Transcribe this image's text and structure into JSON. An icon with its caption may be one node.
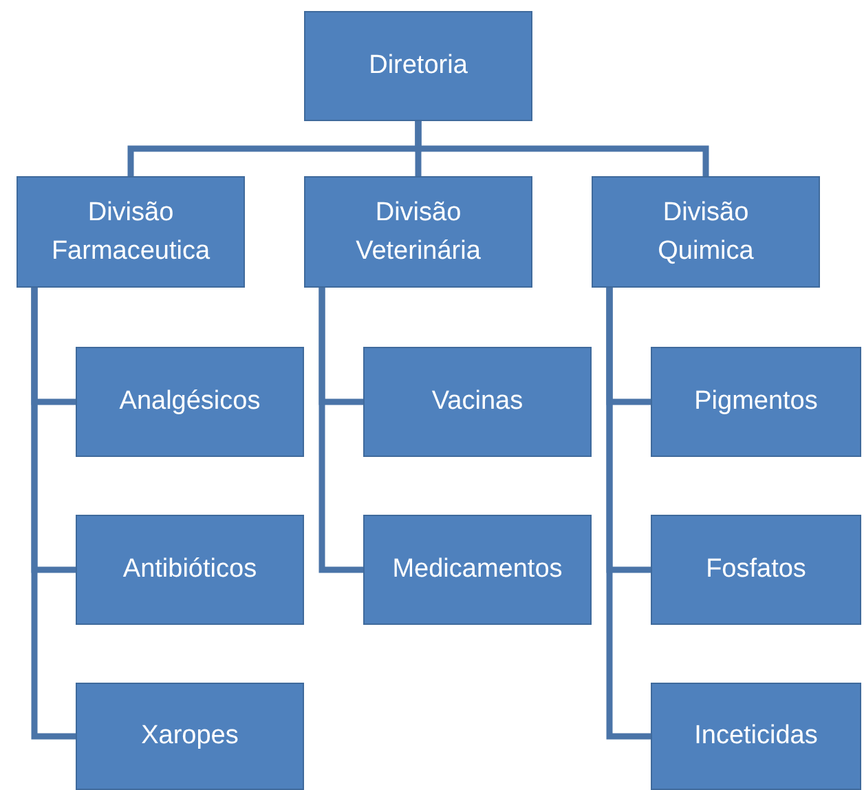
{
  "diagram": {
    "nodes": [
      {
        "text": [
          "Diretoria"
        ]
      },
      {
        "text": [
          "Divisão Farmaceutica"
        ]
      },
      {
        "text": [
          "Divisão Veterinária"
        ]
      },
      {
        "text": [
          "Divisão Quimica"
        ]
      },
      {
        "text": [
          "Analgésicos"
        ]
      },
      {
        "text": [
          "Antibióticos"
        ]
      },
      {
        "text": [
          "Xaropes"
        ]
      },
      {
        "text": [
          "Vacinas"
        ]
      },
      {
        "text": [
          "Medicamentos"
        ]
      },
      {
        "text": [
          "Pigmentos"
        ]
      },
      {
        "text": [
          "Fosfatos"
        ]
      },
      {
        "text": [
          "Inceticidas"
        ]
      }
    ],
    "edges": [
      {
        "from": 0,
        "to": 1,
        "arrow": "none"
      },
      {
        "from": 0,
        "to": 2,
        "arrow": "none"
      },
      {
        "from": 0,
        "to": 3,
        "arrow": "none"
      },
      {
        "from": 1,
        "to": 4,
        "arrow": "none"
      },
      {
        "from": 1,
        "to": 5,
        "arrow": "none"
      },
      {
        "from": 1,
        "to": 6,
        "arrow": "none"
      },
      {
        "from": 2,
        "to": 7,
        "arrow": "none"
      },
      {
        "from": 2,
        "to": 8,
        "arrow": "none"
      },
      {
        "from": 3,
        "to": 9,
        "arrow": "none"
      },
      {
        "from": 3,
        "to": 10,
        "arrow": "none"
      },
      {
        "from": 3,
        "to": 11,
        "arrow": "none"
      }
    ]
  }
}
